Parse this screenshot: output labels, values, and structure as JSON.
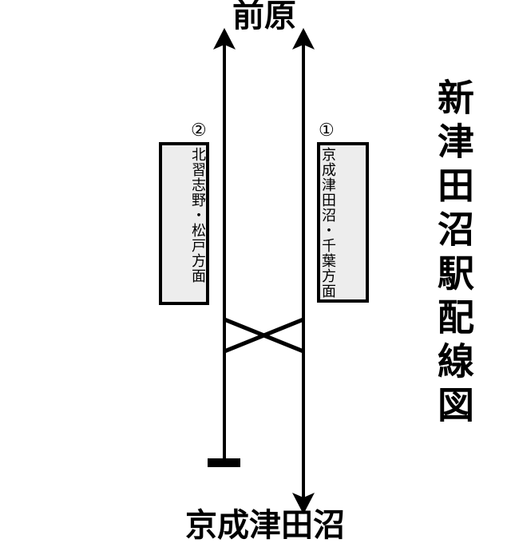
{
  "diagram": {
    "title": "新津田沼駅配線図",
    "top_station": "前原",
    "bottom_station": "京成津田沼",
    "platforms": [
      {
        "number": "②",
        "destination": "北習志野・松戸方面",
        "position": "left"
      },
      {
        "number": "①",
        "destination": "京成津田沼・千葉方面",
        "position": "right"
      }
    ],
    "colors": {
      "line": "#000000",
      "platform_fill": "#ededed",
      "background": "#ffffff",
      "text": "#000000"
    }
  }
}
